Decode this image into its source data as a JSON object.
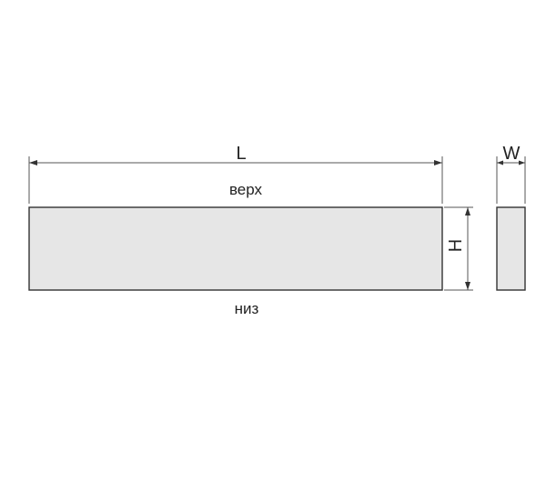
{
  "labels": {
    "length": "L",
    "width": "W",
    "height": "H",
    "top": "верх",
    "bottom": "низ"
  },
  "colors": {
    "outline": "#333333",
    "fill": "#e6e6e6",
    "dimension_line": "#555555",
    "text": "#222222"
  }
}
